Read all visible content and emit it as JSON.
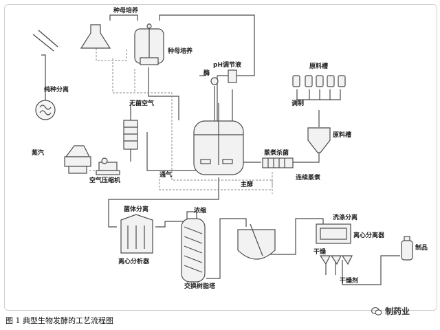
{
  "labels": {
    "seed_culture_flask": "种母培养",
    "seed_culture_tank": "种母培养",
    "pure_separation": "纯种分离",
    "sterile_air": "无菌空气",
    "steam": "蒸汽",
    "air_compressor": "空气压缩机",
    "ph_regulator": "pH调节液",
    "enzyme": "酶",
    "aeration": "通气",
    "main_fermentation": "主酵",
    "continuous_sterilize": "连续蒸煮",
    "steam_sterilize": "蒸煮杀菌",
    "raw_material_tank_top": "原料槽",
    "mixing": "调制",
    "raw_material_tank": "原料槽",
    "cell_separation": "菌体分离",
    "centrifuge_1": "离心分析器",
    "concentrate": "浓缩",
    "ion_exchange": "交换树脂塔",
    "wash_separation": "洗涤分离",
    "centrifuge_2": "离心分离器",
    "drying": "干燥",
    "desiccant": "干燥剂",
    "product": "制品"
  },
  "caption": "图 1  典型生物发酵的工艺流程图",
  "watermark": "制药业",
  "colors": {
    "line": "#4a4a4a",
    "dashed": "#8a8a8a",
    "fill": "#f2f2f2"
  }
}
